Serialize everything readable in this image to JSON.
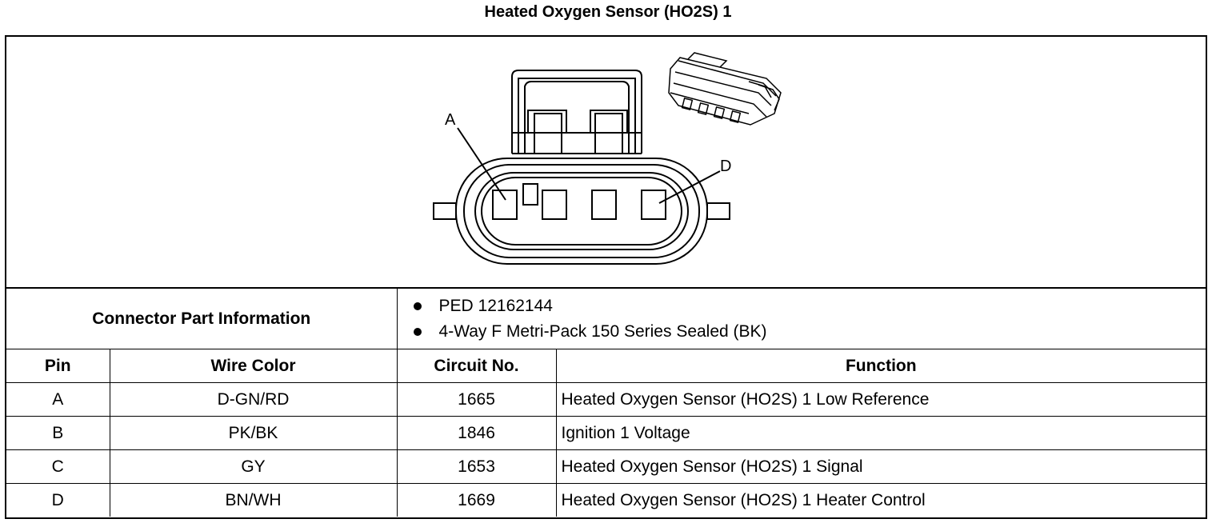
{
  "title": "Heated Oxygen Sensor (HO2S) 1",
  "diagram": {
    "pin_label_a": "A",
    "pin_label_d": "D"
  },
  "connector_part_information": {
    "label": "Connector Part Information",
    "items": [
      "PED 12162144",
      "4-Way F Metri-Pack 150 Series Sealed (BK)"
    ]
  },
  "table": {
    "headers": {
      "pin": "Pin",
      "wire_color": "Wire Color",
      "circuit_no": "Circuit No.",
      "function": "Function"
    },
    "rows": [
      {
        "pin": "A",
        "wire_color": "D-GN/RD",
        "circuit": "1665",
        "function": "Heated Oxygen Sensor (HO2S) 1 Low Reference"
      },
      {
        "pin": "B",
        "wire_color": "PK/BK",
        "circuit": "1846",
        "function": "Ignition 1 Voltage"
      },
      {
        "pin": "C",
        "wire_color": "GY",
        "circuit": "1653",
        "function": "Heated Oxygen Sensor (HO2S) 1 Signal"
      },
      {
        "pin": "D",
        "wire_color": "BN/WH",
        "circuit": "1669",
        "function": "Heated Oxygen Sensor (HO2S) 1 Heater Control"
      }
    ]
  }
}
